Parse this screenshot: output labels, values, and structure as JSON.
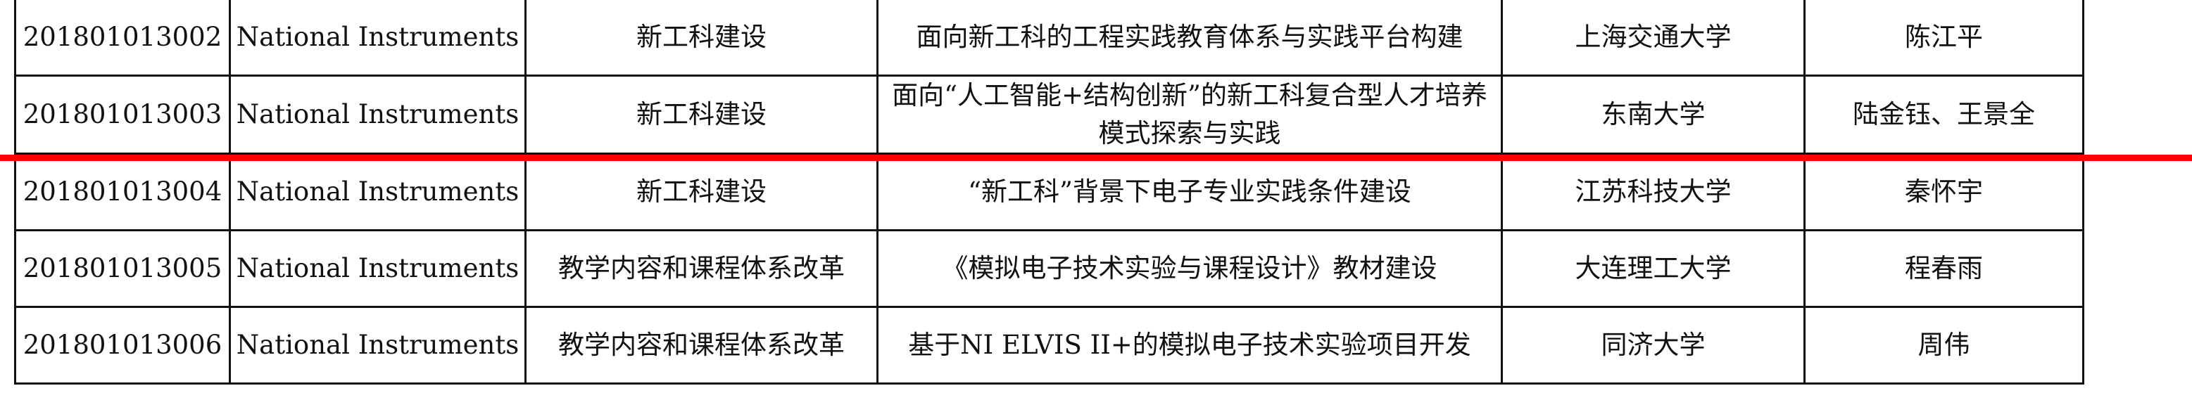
{
  "document": {
    "rows": [
      {
        "id": "201801013002",
        "company": "National Instruments",
        "category": "新工科建设",
        "title": "面向新工科的工程实践教育体系与实践平台构建",
        "university": "上海交通大学",
        "people": "陈江平"
      },
      {
        "id": "201801013003",
        "company": "National Instruments",
        "category": "新工科建设",
        "title": "面向“人工智能+结构创新”的新工科复合型人才培养模式探索与实践",
        "university": "东南大学",
        "people": "陆金钰、王景全"
      },
      {
        "id": "201801013004",
        "company": "National Instruments",
        "category": "新工科建设",
        "title": "“新工科”背景下电子专业实践条件建设",
        "university": "江苏科技大学",
        "people": "秦怀宇"
      },
      {
        "id": "201801013005",
        "company": "National Instruments",
        "category": "教学内容和课程体系改革",
        "title": "《模拟电子技术实验与课程设计》教材建设",
        "university": "大连理工大学",
        "people": "程春雨"
      },
      {
        "id": "201801013006",
        "company": "National Instruments",
        "category": "教学内容和课程体系改革",
        "title": "基于NI ELVIS II+的模拟电子技术实验项目开发",
        "university": "同济大学",
        "people": "周伟"
      }
    ],
    "highlight_color": "#ff0000"
  }
}
